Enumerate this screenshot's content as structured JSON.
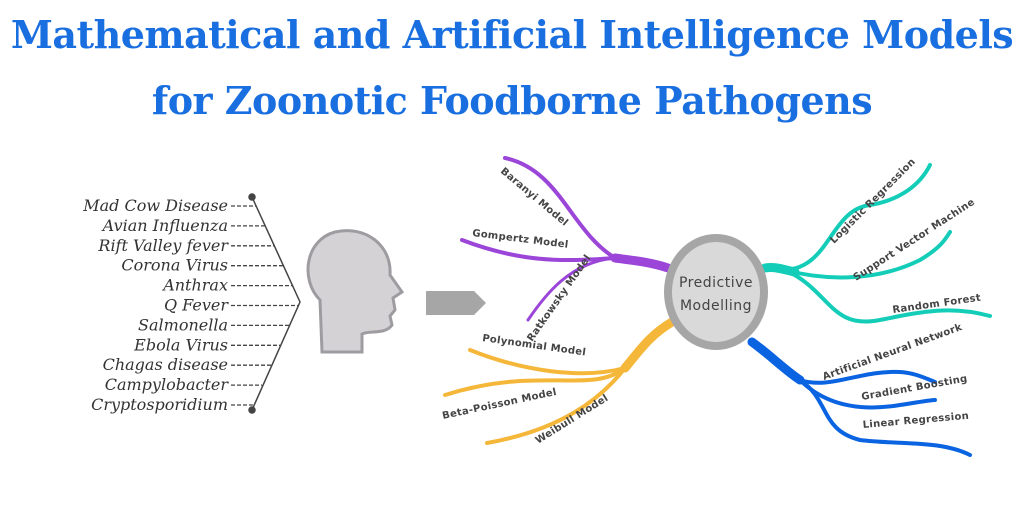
{
  "title": {
    "line1": "Mathematical and Artificial Intelligence Models",
    "line2": "for Zoonotic Foodborne Pathogens"
  },
  "diseases": [
    "Mad Cow Disease",
    "Avian Influenza",
    "Rift Valley fever",
    "Corona Virus",
    "Anthrax",
    "Q Fever",
    "Salmonella",
    "Ebola Virus",
    "Chagas disease",
    "Campylobacter",
    "Cryptosporidium"
  ],
  "center": {
    "line1": "Predictive",
    "line2": "Modelling"
  },
  "branches": {
    "purple": [
      "Baranyi Model",
      "Gompertz Model",
      "Ratkowsky Model"
    ],
    "orange": [
      "Polynomial Model",
      "Beta-Poisson Model",
      "Weibull Model"
    ],
    "teal": [
      "Logistic Regression",
      "Support Vector Machine",
      "Random Forest"
    ],
    "blue": [
      "Artificial Neural Network",
      "Gradient Boosting",
      "Linear Regression"
    ]
  },
  "colors": {
    "title": "#1a6fe0",
    "purple": "#9b45d9",
    "orange": "#f5b73a",
    "teal": "#14cdb8",
    "blue": "#0a63e0",
    "center_fill": "#d9d9d9",
    "center_ring": "#a6a6a6"
  }
}
